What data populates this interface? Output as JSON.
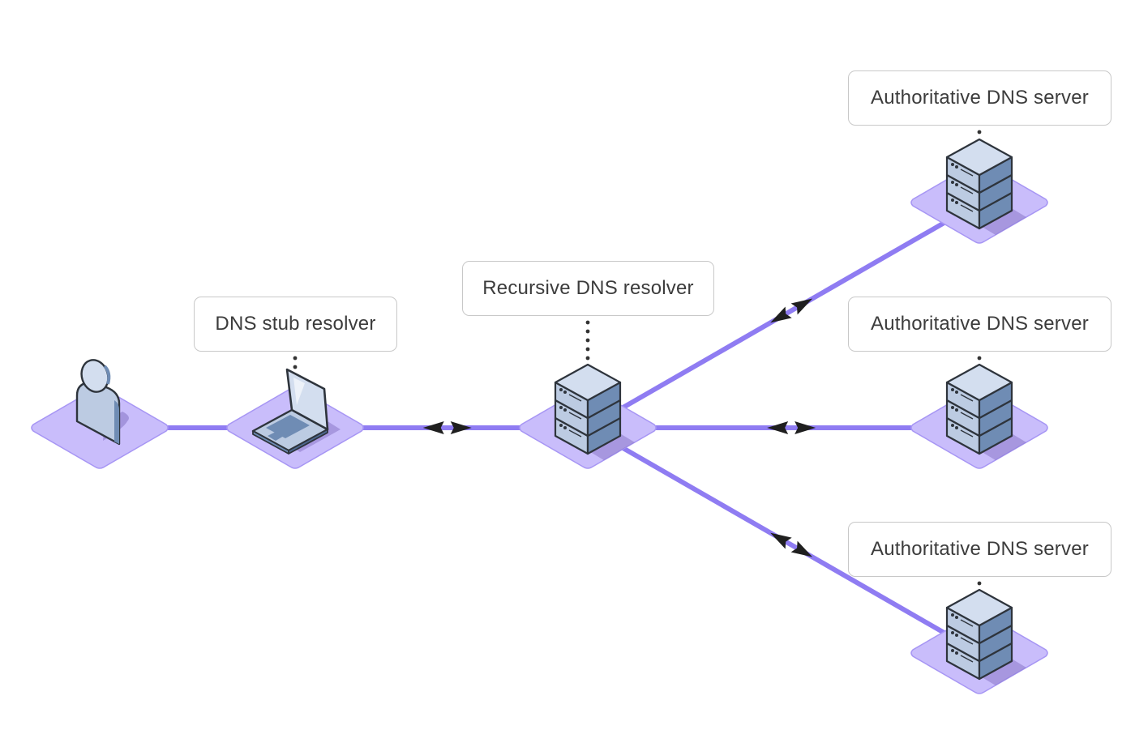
{
  "diagram": {
    "title": "DNS resolution flow",
    "colors": {
      "connector": "#8f7cf2",
      "platform_fill": "#c9bdfb",
      "platform_stroke": "#a796f4",
      "device_top": "#d3deef",
      "device_front": "#bccbe2",
      "device_side": "#6f8cb4",
      "outline": "#2e343c",
      "arrow": "#1f1f1f",
      "label_border": "#c8c8c8",
      "label_text": "#3c3c3c"
    },
    "nodes": [
      {
        "id": "user",
        "type": "user",
        "icon": "user-icon",
        "label": null
      },
      {
        "id": "stub",
        "type": "laptop",
        "icon": "laptop-icon",
        "label": "DNS stub resolver"
      },
      {
        "id": "recursive",
        "type": "server",
        "icon": "server-icon",
        "label": "Recursive DNS resolver"
      },
      {
        "id": "auth1",
        "type": "server",
        "icon": "server-icon",
        "label": "Authoritative DNS server"
      },
      {
        "id": "auth2",
        "type": "server",
        "icon": "server-icon",
        "label": "Authoritative DNS server"
      },
      {
        "id": "auth3",
        "type": "server",
        "icon": "server-icon",
        "label": "Authoritative DNS server"
      }
    ],
    "edges": [
      {
        "from": "user",
        "to": "stub",
        "arrows": "none"
      },
      {
        "from": "stub",
        "to": "recursive",
        "arrows": "bidirectional"
      },
      {
        "from": "recursive",
        "to": "auth1",
        "arrows": "bidirectional"
      },
      {
        "from": "recursive",
        "to": "auth2",
        "arrows": "bidirectional"
      },
      {
        "from": "recursive",
        "to": "auth3",
        "arrows": "bidirectional"
      }
    ]
  }
}
